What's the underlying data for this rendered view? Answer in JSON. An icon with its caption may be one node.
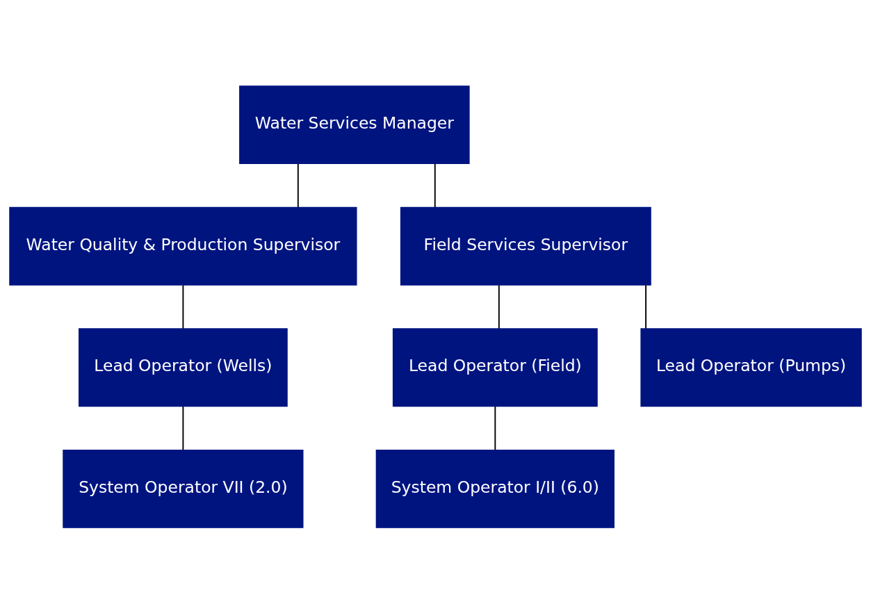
{
  "diagram": {
    "nodes": [
      {
        "text": [
          "Water Services Manager"
        ]
      },
      {
        "text": [
          "Water Quality & Production Supervisor"
        ]
      },
      {
        "text": [
          "Field Services Supervisor"
        ]
      },
      {
        "text": [
          "Lead Operator (Wells)"
        ]
      },
      {
        "text": [
          "Lead Operator (Field)"
        ]
      },
      {
        "text": [
          "Lead Operator (Pumps)"
        ]
      },
      {
        "text": [
          "System Operator VII (2.0)"
        ]
      },
      {
        "text": [
          "System Operator I/II (6.0)"
        ]
      }
    ],
    "edges": [
      {
        "from": 0,
        "to": 1,
        "arrow": "none"
      },
      {
        "from": 0,
        "to": 2,
        "arrow": "none"
      },
      {
        "from": 1,
        "to": 3,
        "arrow": "none"
      },
      {
        "from": 2,
        "to": 4,
        "arrow": "none"
      },
      {
        "from": 2,
        "to": 5,
        "arrow": "none"
      },
      {
        "from": 3,
        "to": 6,
        "arrow": "none"
      },
      {
        "from": 4,
        "to": 7,
        "arrow": "none"
      }
    ]
  }
}
